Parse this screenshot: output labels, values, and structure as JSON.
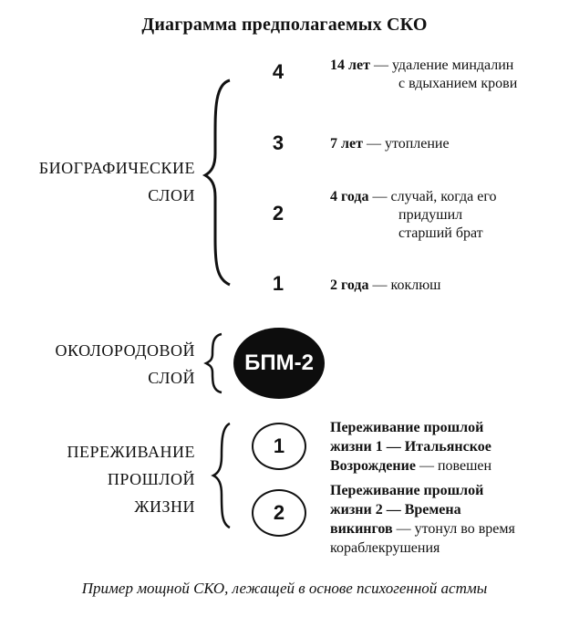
{
  "title": "Диаграмма предполагаемых СКО",
  "sections": {
    "biographical": {
      "line1": "БИОГРАФИЧЕСКИЕ",
      "line2": "СЛОИ"
    },
    "perinatal": {
      "line1": "ОКОЛОРОДОВОЙ",
      "line2": "СЛОЙ"
    },
    "past_life": {
      "line1": "ПЕРЕЖИВАНИЕ",
      "line2": "ПРОШЛОЙ",
      "line3": "ЖИЗНИ"
    }
  },
  "biographical_events": [
    {
      "number": "4",
      "age": "14 лет",
      "desc_line1": " — удаление миндалин",
      "desc_line2": "с вдыханием крови"
    },
    {
      "number": "3",
      "age": "7 лет",
      "desc_line1": " — утопление"
    },
    {
      "number": "2",
      "age": "4 года",
      "desc_line1": " — случай, когда его",
      "desc_line2": "придушил",
      "desc_line3": "старший брат"
    },
    {
      "number": "1",
      "age": "2 года",
      "desc_line1": " — коклюш"
    }
  ],
  "bpm_label": "БПМ-2",
  "past_lives": [
    {
      "number": "1",
      "line1": "Переживание прошлой",
      "line2": "жизни 1 — Итальянское",
      "line3_bold": "Возрождение",
      "line3_rest": " — повешен"
    },
    {
      "number": "2",
      "line1": "Переживание прошлой",
      "line2": "жизни 2 — Времена",
      "line3_bold": "викингов",
      "line3_rest": " — утонул во время",
      "line4": "кораблекрушения"
    }
  ],
  "caption": "Пример мощной СКО, лежащей в основе психогенной астмы"
}
